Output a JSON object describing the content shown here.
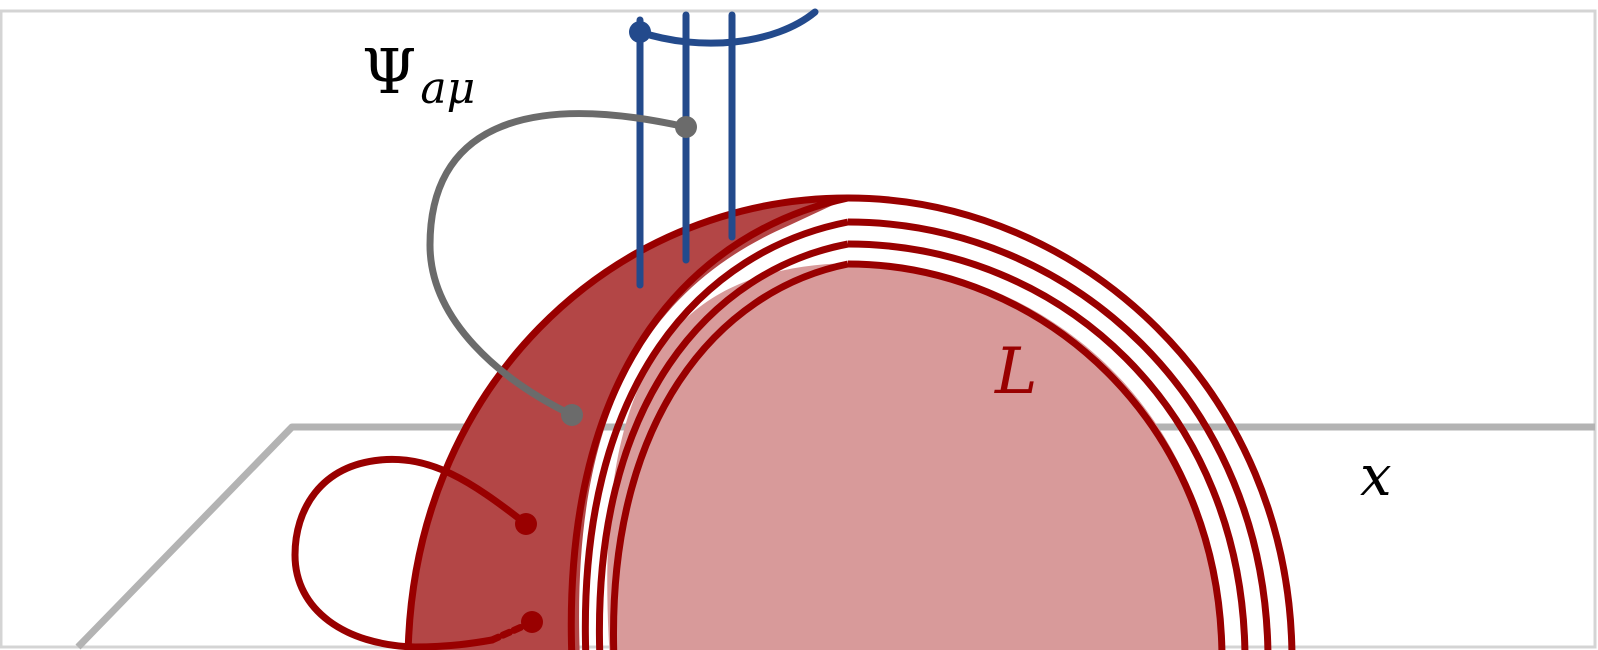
{
  "labels": {
    "psi_main": "Ψ",
    "psi_sub": "aμ",
    "l_label": "L",
    "x_label": "x"
  },
  "colors": {
    "frame": "#d4d4d4",
    "plane": "#b3b3b3",
    "dark_red": "#990000",
    "face_red": "#b34646",
    "body_pink": "#d89a9a",
    "blue": "#234a8c",
    "gray": "#6b6b6b",
    "text": "#000000"
  }
}
